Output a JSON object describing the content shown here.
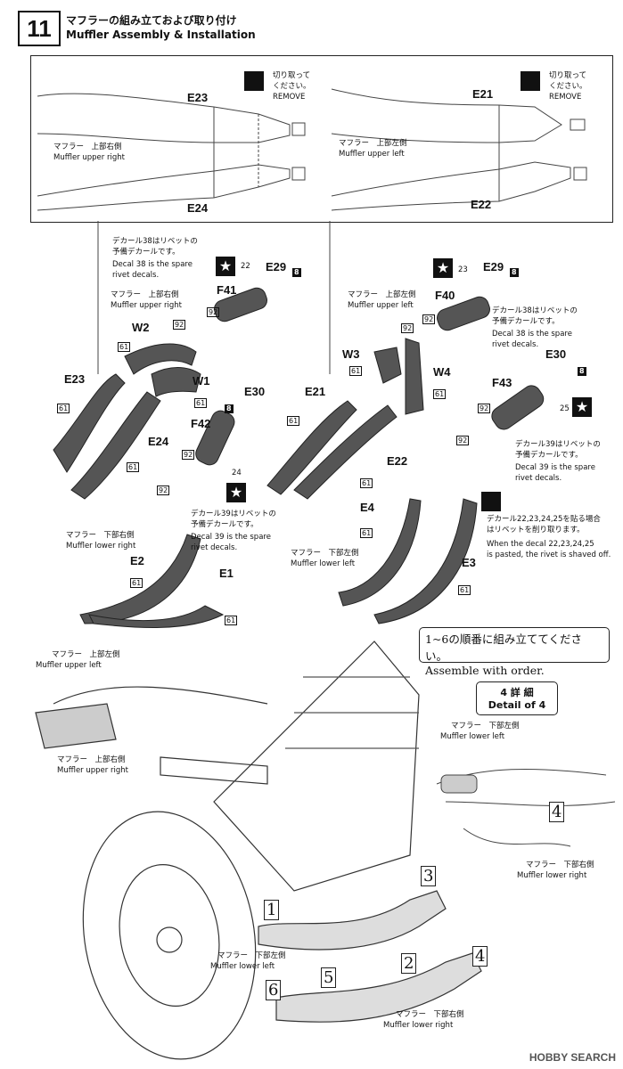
{
  "header": {
    "step": "11",
    "title_jp": "マフラーの組み立ておよび取り付け",
    "title_en": "Muffler Assembly & Installation"
  },
  "top_panel": {
    "left": {
      "part_upper": "E23",
      "part_lower": "E24",
      "label_jp": "マフラー　上部右側",
      "label_en": "Muffler upper right",
      "cut_jp_1": "切り取って",
      "cut_jp_2": "ください。",
      "cut_en": "REMOVE"
    },
    "right": {
      "part_upper": "E21",
      "part_lower": "E22",
      "label_jp": "マフラー　上部左側",
      "label_en": "Muffler upper left",
      "cut_jp_1": "切り取って",
      "cut_jp_2": "ください。",
      "cut_en": "REMOVE"
    }
  },
  "middle_left": {
    "decal_note_jp_1": "デカール38はリベットの",
    "decal_note_jp_2": "予備デカールです。",
    "decal_note_en_1": "Decal 38 is the spare",
    "decal_note_en_2": "rivet decals.",
    "star_num": "22",
    "e29": "E29",
    "e29_num": "8",
    "f41": "F41",
    "f41_num": "92",
    "upper_jp": "マフラー　上部右側",
    "upper_en": "Muffler upper right",
    "w2": "W2",
    "w2_num": "61",
    "w1": "W1",
    "w1_num": "61",
    "e23": "E23",
    "e23_num": "61",
    "e24": "E24",
    "e24_num": "61",
    "e30": "E30",
    "e30_num": "8",
    "f42": "F42",
    "f42_num": "92",
    "star2_num": "24",
    "pin_num": "92",
    "decal39_jp_1": "デカール39はリベットの",
    "decal39_jp_2": "予備デカールです。",
    "decal39_en_1": "Decal 39 is the spare",
    "decal39_en_2": "rivet decals.",
    "lower_jp": "マフラー　下部右側",
    "lower_en": "Muffler lower right",
    "e2": "E2",
    "e2_num": "61",
    "e1": "E1",
    "e1_num": "61"
  },
  "middle_right": {
    "star_num": "23",
    "e29": "E29",
    "e29_num": "8",
    "f40": "F40",
    "f40_num": "92",
    "upper_jp": "マフラー　上部左側",
    "upper_en": "Muffler upper left",
    "decal_note_jp_1": "デカール38はリベットの",
    "decal_note_jp_2": "予備デカールです。",
    "decal_note_en_1": "Decal 38 is the spare",
    "decal_note_en_2": "rivet decals.",
    "w3": "W3",
    "w3_num": "61",
    "w4": "W4",
    "w4_num": "61",
    "e21": "E21",
    "e21_num": "61",
    "e22": "E22",
    "e22_num": "61",
    "e30": "E30",
    "e30_num": "8",
    "f43": "F43",
    "f43_num": "92",
    "star2_num": "25",
    "pin_num": "92",
    "decal39_jp_1": "デカール39はリベットの",
    "decal39_jp_2": "予備デカールです。",
    "decal39_en_1": "Decal 39 is the spare",
    "decal39_en_2": "rivet decals.",
    "shave_jp_1": "デカール22,23,24,25を貼る場合",
    "shave_jp_2": "はリベットを削り取ります。",
    "shave_en_1": "When the decal 22,23,24,25",
    "shave_en_2": "is pasted, the rivet is shaved off.",
    "lower_jp": "マフラー　下部左側",
    "lower_en": "Muffler lower left",
    "e4": "E4",
    "e4_num": "61",
    "e3": "E3",
    "e3_num": "61"
  },
  "bottom": {
    "order_jp": "1~6の順番に組み立ててください。",
    "order_en": "Assemble with order.",
    "detail_jp": "4 詳 細",
    "detail_en": "Detail of 4",
    "upper_left_jp": "マフラー　上部左側",
    "upper_left_en": "Muffler upper left",
    "upper_right_jp": "マフラー　上部右側",
    "upper_right_en": "Muffler upper right",
    "detail_lower_left_jp": "マフラー　下部左側",
    "detail_lower_left_en": "Muffler lower left",
    "detail_lower_right_jp": "マフラー　下部右側",
    "detail_lower_right_en": "Muffler lower right",
    "lower_left_jp": "マフラー　下部左側",
    "lower_left_en": "Muffler lower left",
    "lower_right_jp": "マフラー　下部右側",
    "lower_right_en": "Muffler lower right",
    "steps": [
      "1",
      "2",
      "3",
      "4",
      "5",
      "6"
    ],
    "detail_step": "4"
  },
  "watermark": "HOBBY SEARCH"
}
